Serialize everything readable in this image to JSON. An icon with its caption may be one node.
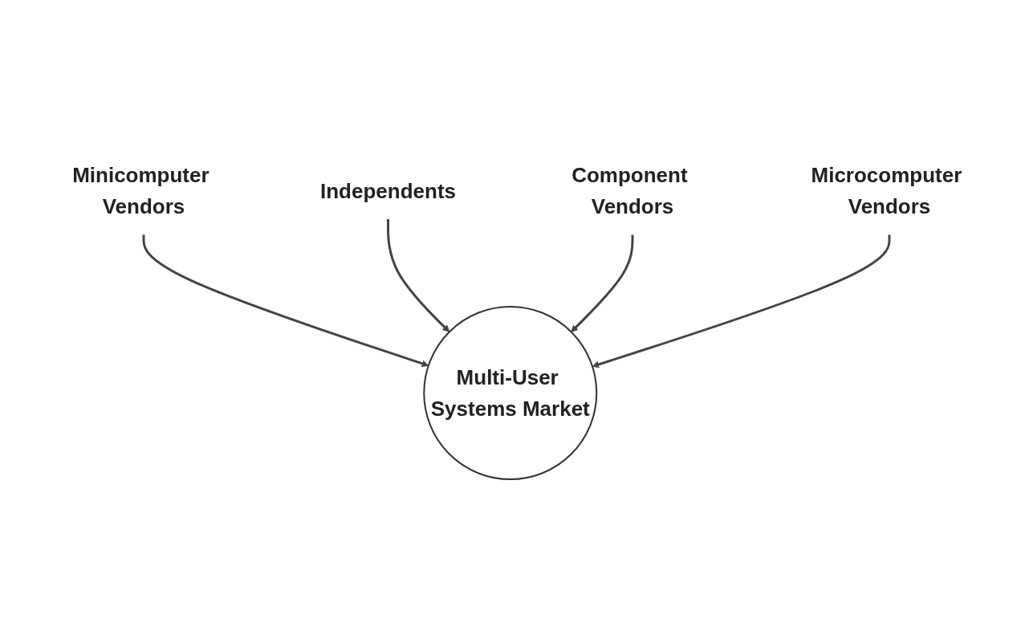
{
  "diagram": {
    "nodes": [
      {
        "text": [
          "Minicomputer Vendors"
        ]
      },
      {
        "text": [
          "Independents"
        ]
      },
      {
        "text": [
          "Multi-User Systems Market"
        ]
      },
      {
        "text": [
          "Component Vendors"
        ]
      },
      {
        "text": [
          "Microcomputer Vendors"
        ]
      }
    ],
    "edges": [
      {
        "from": 0,
        "to": 2,
        "arrow": "to"
      },
      {
        "from": 1,
        "to": 2,
        "arrow": "to"
      },
      {
        "from": 3,
        "to": 2,
        "arrow": "to"
      },
      {
        "from": 4,
        "to": 2,
        "arrow": "to"
      }
    ]
  }
}
